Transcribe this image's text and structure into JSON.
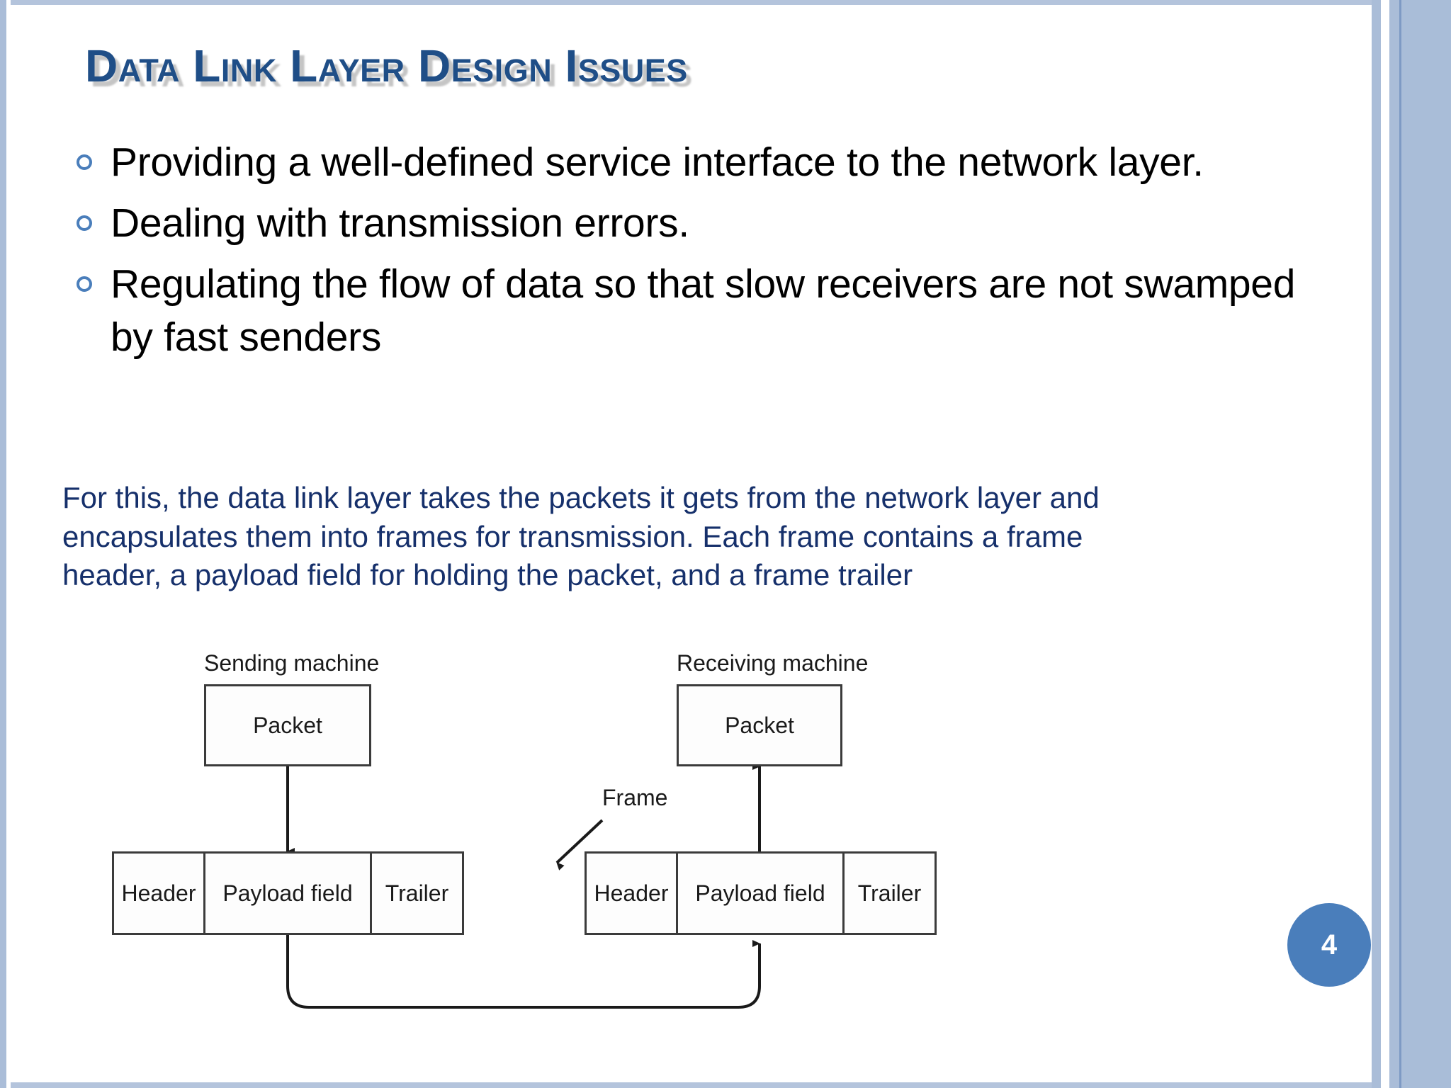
{
  "slide": {
    "title": "Data Link Layer Design Issues",
    "page_number": "4",
    "accent_color": "#4a7ebb",
    "title_color": "#1f4e87",
    "body_color": "#000000",
    "paragraph_color": "#16306b",
    "border_color": "#aabdd8"
  },
  "bullets": [
    {
      "marker": "hollow-circle-bullet",
      "text": "Providing a well-defined service interface to the network layer."
    },
    {
      "marker": "hollow-circle-bullet",
      "text": "Dealing with transmission errors."
    },
    {
      "marker": "hollow-circle-bullet",
      "text": "Regulating the flow of data so that slow receivers are not swamped by fast senders"
    }
  ],
  "paragraph": {
    "line1": "For this, the data link layer takes the packets it gets from the network layer and",
    "line2": "encapsulates them into frames for transmission. Each frame contains a frame",
    "line3": "header, a payload field for holding the packet, and a frame trailer"
  },
  "diagram": {
    "sending_label": "Sending machine",
    "receiving_label": "Receiving machine",
    "frame_label": "Frame",
    "sending_packet": "Packet",
    "receiving_packet": "Packet",
    "sending_frame_cells": [
      "Header",
      "Payload field",
      "Trailer"
    ],
    "receiving_frame_cells": [
      "Header",
      "Payload field",
      "Trailer"
    ]
  }
}
